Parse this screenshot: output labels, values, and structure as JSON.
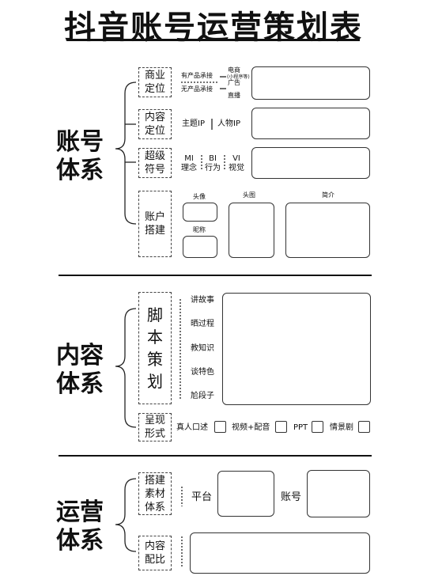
{
  "title": "抖音账号运营策划表",
  "sections": {
    "account": {
      "label_line1": "账号",
      "label_line2": "体系",
      "commercial": {
        "label1": "商业",
        "label2": "定位",
        "opt1": "有产品承接",
        "opt2": "无产品承接",
        "sub1": "电商",
        "sub1_note": "(小程序等)",
        "sub2": "广告",
        "sub3": "直播"
      },
      "content": {
        "label1": "内容",
        "label2": "定位",
        "opt1": "主题IP",
        "opt2": "人物IP"
      },
      "symbol": {
        "label1": "超级",
        "label2": "符号",
        "mi_top": "MI",
        "mi_bottom": "理念",
        "bi_top": "BI",
        "bi_bottom": "行为",
        "vi_top": "VI",
        "vi_bottom": "视觉"
      },
      "setup": {
        "label1": "账户",
        "label2": "搭建",
        "avatar": "头像",
        "nickname": "昵称",
        "header": "头图",
        "bio": "简介"
      }
    },
    "content": {
      "label_line1": "内容",
      "label_line2": "体系",
      "script": {
        "c1": "脚",
        "c2": "本",
        "c3": "策",
        "c4": "划",
        "items": [
          "讲故事",
          "晒过程",
          "教知识",
          "谈特色",
          "尬段子"
        ]
      },
      "form": {
        "label1": "呈现",
        "label2": "形式",
        "opts": [
          "真人口述",
          "视频+配音",
          "PPT",
          "情景剧"
        ]
      }
    },
    "ops": {
      "label_line1": "运营",
      "label_line2": "体系",
      "material": {
        "label1": "搭建",
        "label2": "素材",
        "label3": "体系",
        "platform": "平台",
        "account": "账号"
      },
      "ratio": {
        "label1": "内容",
        "label2": "配比"
      }
    }
  }
}
